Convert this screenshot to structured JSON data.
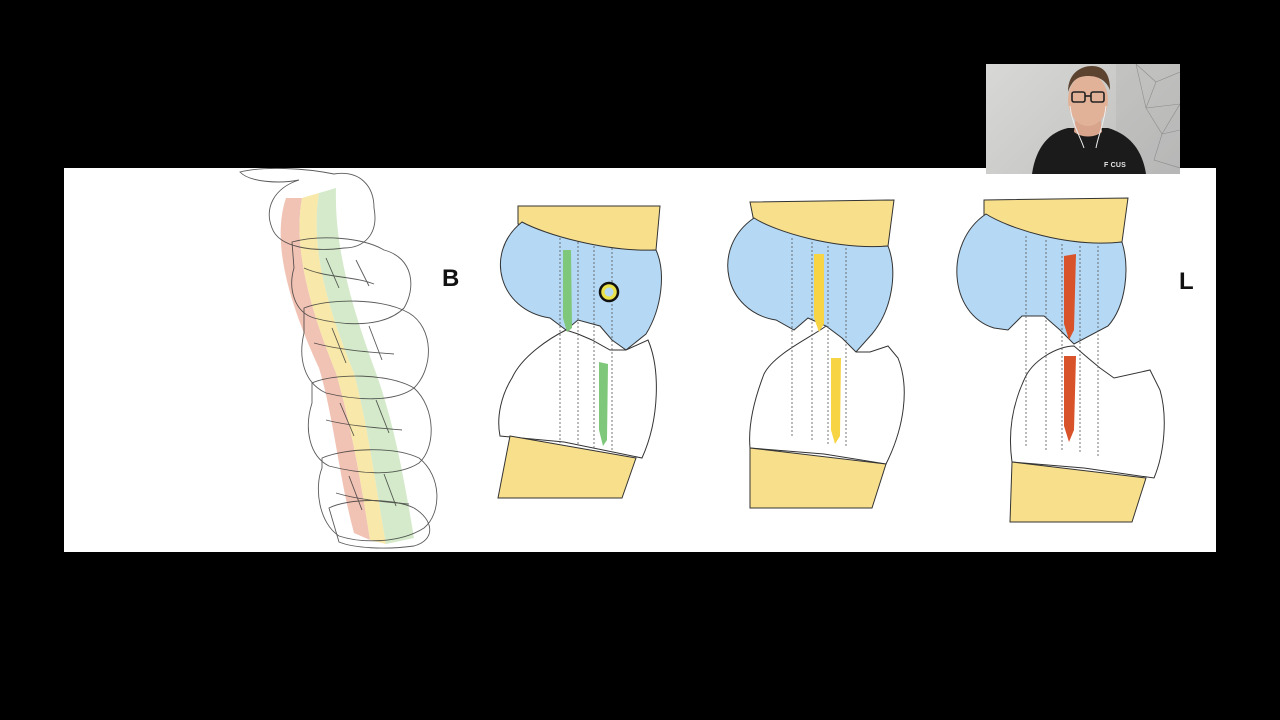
{
  "slide": {
    "label_buccal": "B",
    "label_lingual": "L"
  },
  "colors": {
    "background": "#000000",
    "slide": "#ffffff",
    "crown_blue": "#b5d9f5",
    "gingiva_yellow": "#f8df8c",
    "zone_green": "#7fc77a",
    "zone_yellow": "#f7d443",
    "zone_red": "#d9532a",
    "band_red": "#efb8a8",
    "band_yellow": "#f7e6a0",
    "band_green": "#cfe8c4"
  },
  "presenter": {
    "shirt_text": "F   CUS",
    "icons": [
      "webcam-presenter",
      "cursor-ring-icon",
      "earphone-icon"
    ]
  }
}
